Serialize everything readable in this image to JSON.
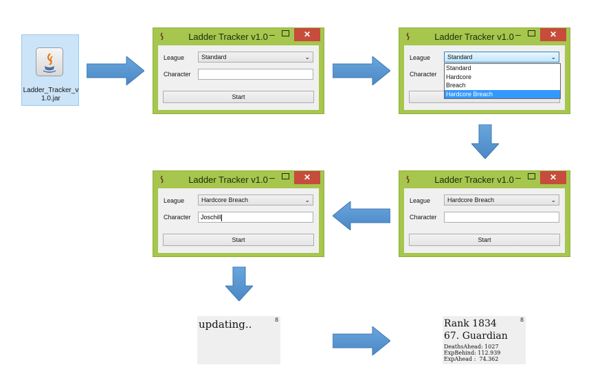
{
  "file": {
    "name": "Ladder_Tracker_v1.0.jar",
    "icon": "java-icon"
  },
  "window_title": "Ladder Tracker v1.0",
  "labels": {
    "league": "League",
    "character": "Character",
    "start": "Start"
  },
  "window1": {
    "league": "Standard",
    "character": ""
  },
  "window2": {
    "league": "Standard",
    "options": [
      "Standard",
      "Hardcore",
      "Breach",
      "Hardcore Breach"
    ],
    "highlighted": "Hardcore Breach"
  },
  "window3": {
    "league": "Hardcore Breach",
    "character": ""
  },
  "window4": {
    "league": "Hardcore Breach",
    "character": "Joschill"
  },
  "overlay_updating": {
    "text": "updating..",
    "corner": "8"
  },
  "overlay_result": {
    "rank": "Rank 1834",
    "level_class": "67. Guardian",
    "deaths_ahead": "DeathsAhead: 1027",
    "exp_behind": "ExpBehind: 112.939",
    "exp_ahead": "ExpAhead :  74.362",
    "corner": "8"
  },
  "colors": {
    "window_frame": "#a6c64e",
    "close_button": "#c74c3c",
    "arrow": "#5b9bd5",
    "highlight": "#3399ff"
  }
}
